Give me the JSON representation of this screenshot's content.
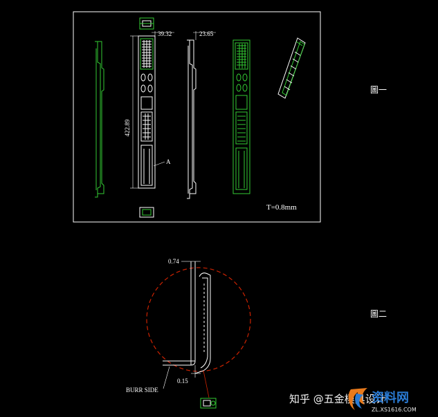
{
  "figure1": {
    "label": "圖一",
    "dim_top_left": "39.32",
    "dim_top_right": "23.65",
    "dim_vertical": "422.89",
    "callout": "A",
    "thickness_note": "T=0.8mm"
  },
  "figure2": {
    "label": "圖二",
    "dim_top": "0.74",
    "dim_bottom": "0.15",
    "burr_label": "BURR SIDE"
  },
  "watermark": {
    "text": "知乎 @五金模具设计",
    "site_logo": "资料网",
    "site_url": "ZL.XS1616.COM"
  },
  "colors": {
    "outline": "#ffffff",
    "part": "#33cc33",
    "circle": "#cc2200"
  }
}
